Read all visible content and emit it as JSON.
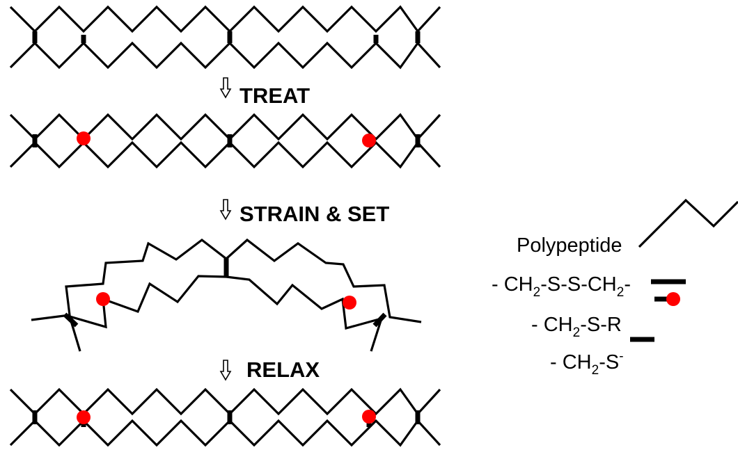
{
  "steps": [
    {
      "label": "TREAT"
    },
    {
      "label": "STRAIN & SET"
    },
    {
      "label": "RELAX"
    }
  ],
  "legend": {
    "polypeptide": "Polypeptide",
    "disulfide": {
      "pre": "- CH",
      "sub1": "2",
      "mid": "-S-S-CH",
      "sub2": "2",
      "post": "-"
    },
    "modified": {
      "pre": "- CH",
      "sub1": "2",
      "post": "-S-R"
    },
    "thiolate": {
      "pre": "- CH",
      "sub1": "2",
      "mid": "-S",
      "sup": "-"
    }
  },
  "colors": {
    "line": "#000000",
    "modified_site": "#ff0000"
  }
}
